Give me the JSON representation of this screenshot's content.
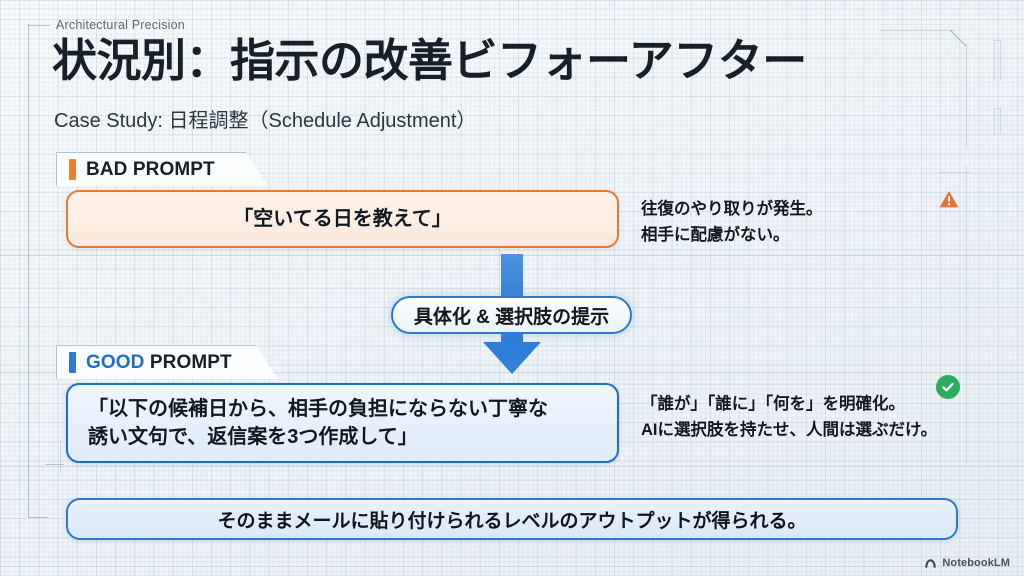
{
  "header": {
    "eyebrow": "Architectural Precision",
    "title": "状況別：指示の改善ビフォーアフター",
    "subtitle": "Case Study: 日程調整（Schedule Adjustment）"
  },
  "bad": {
    "tab_prefix": "BAD",
    "tab_suffix": " PROMPT",
    "accent_color": "#ef7f31",
    "prompt_text": "「空いてる日を教えて」",
    "note": "往復のやり取りが発生。\n相手に配慮がない。",
    "status_icon": "warning-triangle-icon",
    "status_color": "#e8733a"
  },
  "transition": {
    "pill_label": "具体化 & 選択肢の提示",
    "arrow_icon": "down-arrow-icon",
    "arrow_color": "#2f7ed8"
  },
  "good": {
    "tab_prefix": "GOOD",
    "tab_suffix": " PROMPT",
    "accent_color": "#2d7ad0",
    "prompt_text": "「以下の候補日から、相手の負担にならない丁寧な\n誘い文句で、返信案を3つ作成して」",
    "note": "「誰が」「誰に」「何を」を明確化。\nAIに選択肢を持たせ、人間は選ぶだけ。",
    "status_icon": "check-circle-icon",
    "status_color": "#2bab5b"
  },
  "footer": {
    "banner_text": "そのままメールに貼り付けられるレベルのアウトプットが得られる。",
    "watermark": "NotebookLM",
    "watermark_icon": "notebooklm-logo-icon"
  }
}
